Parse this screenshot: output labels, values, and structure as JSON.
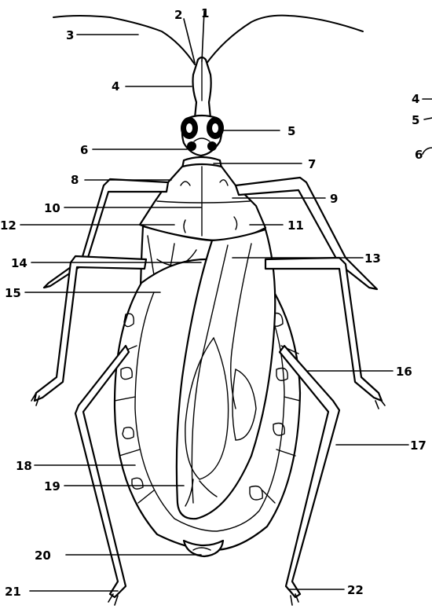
{
  "diagram": {
    "labels": [
      "1",
      "2",
      "3",
      "4",
      "5",
      "6",
      "7",
      "8",
      "9",
      "10",
      "11",
      "12",
      "13",
      "14",
      "15",
      "16",
      "17",
      "18",
      "19",
      "20",
      "21",
      "22"
    ],
    "cut_labels": [
      "4",
      "5",
      "6"
    ]
  }
}
